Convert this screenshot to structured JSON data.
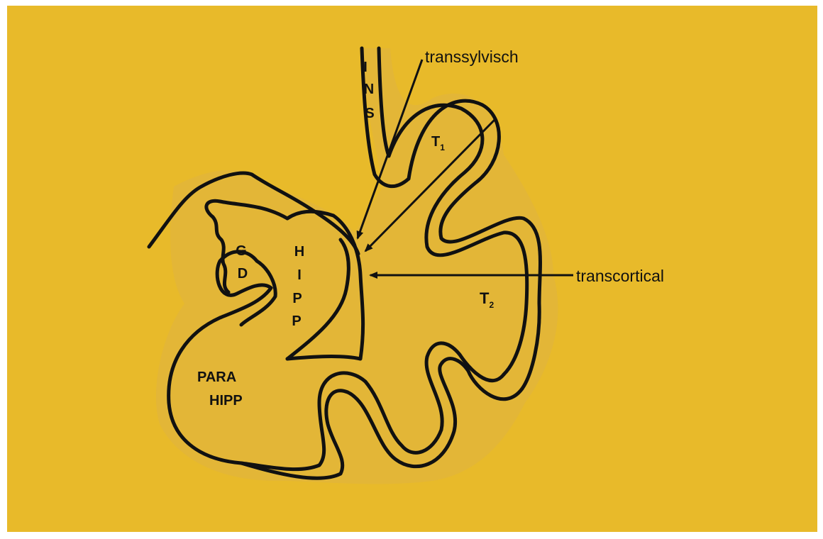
{
  "colors": {
    "background": "#E8BA2A",
    "tissue": "#E3B637",
    "outline": "#111111"
  },
  "labels": {
    "ins": [
      "I",
      "N",
      "S"
    ],
    "t1": "T",
    "t1_sub": "1",
    "t2": "T",
    "t2_sub": "2",
    "gd": [
      "G",
      "D"
    ],
    "hipp": [
      "H",
      "I",
      "P",
      "P"
    ],
    "para_hipp": [
      "PARA",
      "HIPP"
    ]
  },
  "callouts": {
    "transsylvian": "transsylvisch",
    "transcortical": "transcortical"
  }
}
